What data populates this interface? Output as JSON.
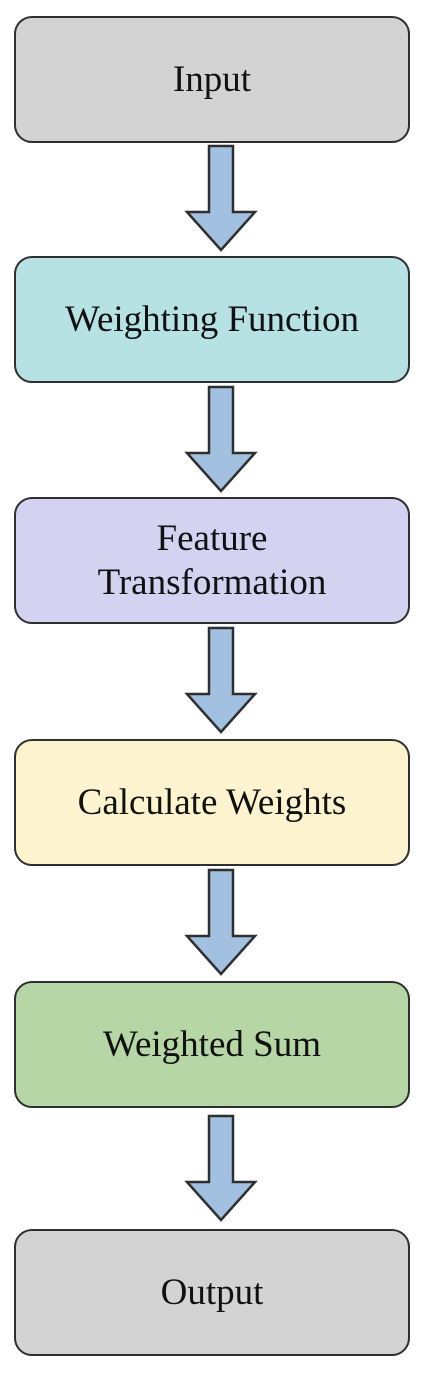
{
  "diagram": {
    "steps": [
      {
        "lines": [
          "Input"
        ],
        "color": "#d3d3d3"
      },
      {
        "lines": [
          "Weighting Function"
        ],
        "color": "#b7e2e4"
      },
      {
        "lines": [
          "Feature",
          "Transformation"
        ],
        "color": "#d3d3f1"
      },
      {
        "lines": [
          "Calculate Weights"
        ],
        "color": "#fdf3cf"
      },
      {
        "lines": [
          "Weighted Sum"
        ],
        "color": "#b6d6a5"
      },
      {
        "lines": [
          "Output"
        ],
        "color": "#d3d3d3"
      }
    ],
    "arrow_fill": "#a2c0e0",
    "arrow_stroke": "#2f2f2f"
  }
}
